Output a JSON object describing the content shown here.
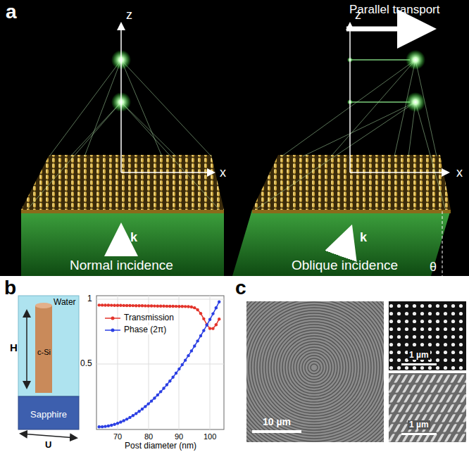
{
  "diagram": {
    "labels": [
      "a",
      "z",
      "x",
      "k",
      "Normal incidence",
      "z",
      "Parallel transport",
      "x",
      "k",
      "Oblique incidence",
      "θ",
      "b",
      "Water",
      "H",
      "c-Si",
      "Sapphire",
      "U",
      "1",
      "0.5",
      "70",
      "80",
      "90",
      "100",
      "Post diameter (nm)",
      "c",
      "10 µm",
      "1 µm",
      "1 µm"
    ],
    "legend": [
      {
        "text": "Transmission",
        "color": "#e3342b"
      },
      {
        "text": "Phase (2π)",
        "color": "#2b3fe3"
      }
    ]
  }
}
